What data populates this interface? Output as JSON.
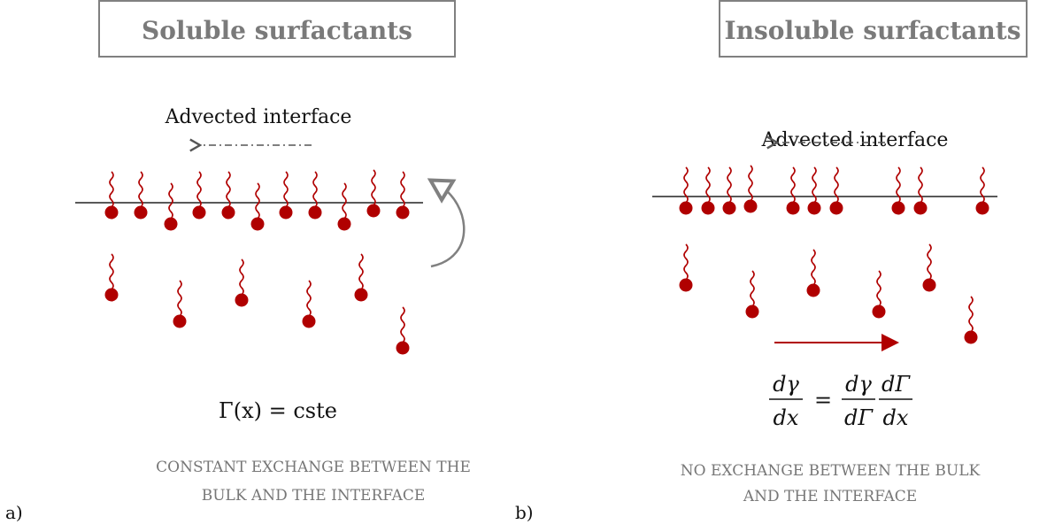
{
  "panel_a": {
    "title": "Soluble surfactants",
    "subtitle": "Advected interface",
    "equation": "Γ(x) = cste",
    "caption_line1": "CONSTANT EXCHANGE BETWEEN THE",
    "caption_line2": "BULK AND THE INTERFACE",
    "label": "a)"
  },
  "panel_b": {
    "title": "Insoluble surfactants",
    "subtitle": "Advected interface",
    "eq_lhs_num": "dγ",
    "eq_lhs_den": "dx",
    "eq_equals": "=",
    "eq_r1_num": "dγ",
    "eq_r1_den": "dΓ",
    "eq_r2_num": "dΓ",
    "eq_r2_den": "dx",
    "caption_line1": "NO EXCHANGE BETWEEN THE BULK",
    "caption_line2": "AND THE INTERFACE",
    "label": "b)"
  },
  "colors": {
    "surfactant": "#b00000",
    "box_border": "#808080",
    "arrow_gray": "#555555",
    "arrow_red": "#b00000"
  }
}
